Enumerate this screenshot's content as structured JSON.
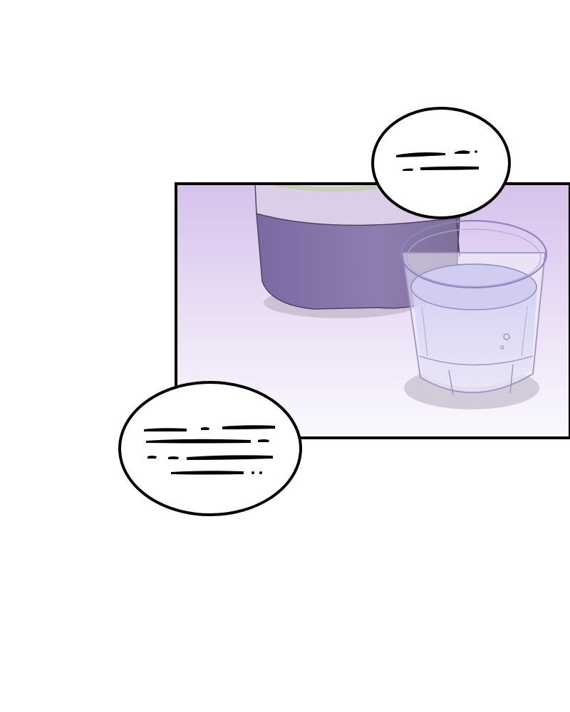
{
  "page": {
    "background_color": "#ffffff"
  },
  "panel": {
    "border_color": "#000000",
    "gradient_top": "#d6c1ec",
    "gradient_bottom": "#fbfaff",
    "objects": [
      "bottle",
      "drinking-glass"
    ]
  },
  "bottle": {
    "label_color": "#8a76ad",
    "cap_color": "#d9cfe6",
    "rim_color": "#c5cfb4",
    "shadow_color": "#c8bccf"
  },
  "glass": {
    "outline_color": "#9c93c4",
    "water_color": "#d6d5f3",
    "shadow_color": "#cfc7d6"
  },
  "speech_bubbles": [
    {
      "id": "bubble-top",
      "text_visible": false,
      "note_color": "#000000"
    },
    {
      "id": "bubble-bottom",
      "text_visible": false,
      "note_color": "#000000"
    }
  ]
}
